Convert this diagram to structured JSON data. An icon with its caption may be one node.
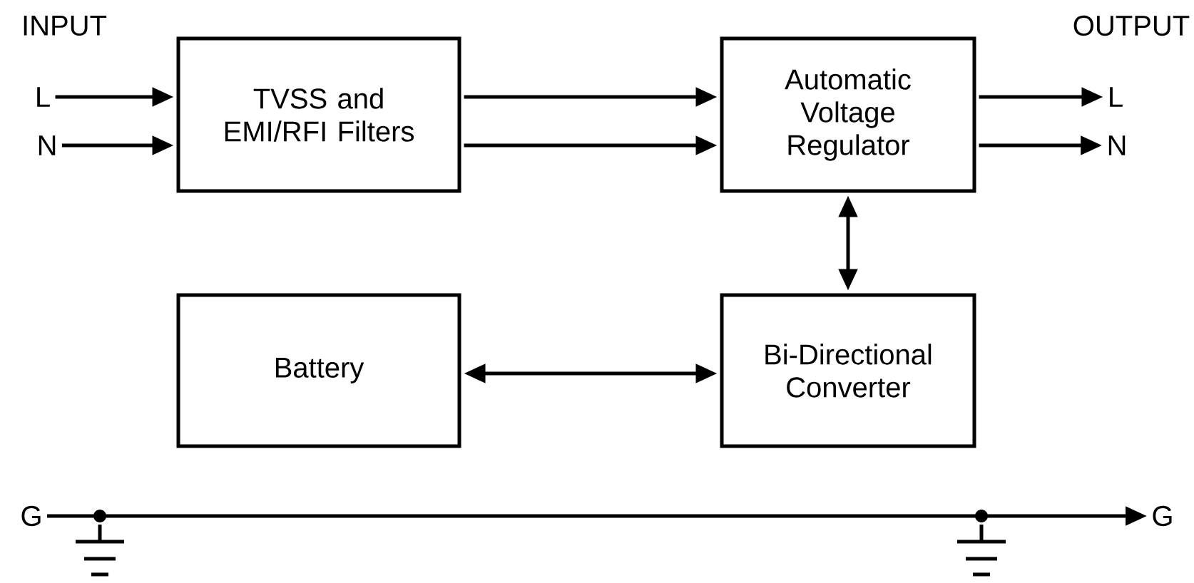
{
  "diagram": {
    "nodes": [
      {
        "text": [
          "TVSS and EMI/RFI Filters"
        ]
      },
      {
        "text": [
          "Automatic Voltage Regulator"
        ]
      },
      {
        "text": [
          "Battery"
        ]
      },
      {
        "text": [
          "Bi-Directional Converter"
        ]
      },
      {
        "text": [
          "L"
        ]
      },
      {
        "text": [
          "N"
        ]
      },
      {
        "text": [
          "L"
        ]
      },
      {
        "text": [
          "N"
        ]
      },
      {
        "text": [
          "G"
        ]
      },
      {
        "text": [
          "G"
        ]
      }
    ],
    "edges": [
      {
        "from": 4,
        "to": 0,
        "arrow": "to"
      },
      {
        "from": 5,
        "to": 0,
        "arrow": "to"
      },
      {
        "from": 0,
        "to": 1,
        "arrow": "to"
      },
      {
        "from": 0,
        "to": 1,
        "arrow": "to"
      },
      {
        "from": 1,
        "to": 6,
        "arrow": "to"
      },
      {
        "from": 1,
        "to": 7,
        "arrow": "to"
      },
      {
        "from": 1,
        "to": 3,
        "arrow": "both"
      },
      {
        "from": 2,
        "to": 3,
        "arrow": "both"
      },
      {
        "from": 8,
        "to": 9,
        "arrow": "to"
      }
    ],
    "labels": [
      "INPUT",
      "OUTPUT"
    ]
  }
}
